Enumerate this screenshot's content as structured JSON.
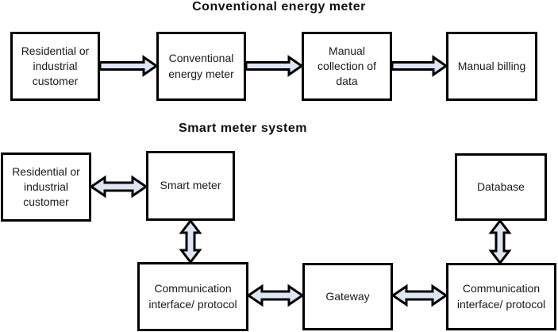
{
  "colors": {
    "arrow_fill": "#dde6f2",
    "box_fill": "#ffffff",
    "box_border": "#000000"
  },
  "conventional": {
    "title": "Conventional energy meter",
    "boxes": [
      {
        "id": "customer",
        "label": "Residential or industrial customer"
      },
      {
        "id": "meter",
        "label": "Conventional energy meter"
      },
      {
        "id": "collection",
        "label": "Manual collection of data"
      },
      {
        "id": "billing",
        "label": "Manual billing"
      }
    ],
    "edges": [
      {
        "from": "customer",
        "to": "meter",
        "type": "single-right"
      },
      {
        "from": "meter",
        "to": "collection",
        "type": "single-right"
      },
      {
        "from": "collection",
        "to": "billing",
        "type": "single-right"
      }
    ]
  },
  "smart": {
    "title": "Smart meter system",
    "boxes": [
      {
        "id": "customer",
        "label": "Residential or industrial customer"
      },
      {
        "id": "smart-meter",
        "label": "Smart meter"
      },
      {
        "id": "database",
        "label": "Database"
      },
      {
        "id": "comm-left",
        "label": "Communication interface/ protocol"
      },
      {
        "id": "gateway",
        "label": "Gateway"
      },
      {
        "id": "comm-right",
        "label": "Communication interface/ protocol"
      }
    ],
    "edges": [
      {
        "from": "customer",
        "to": "smart-meter",
        "type": "double-horizontal"
      },
      {
        "from": "smart-meter",
        "to": "comm-left",
        "type": "double-vertical"
      },
      {
        "from": "comm-left",
        "to": "gateway",
        "type": "double-horizontal"
      },
      {
        "from": "gateway",
        "to": "comm-right",
        "type": "double-horizontal"
      },
      {
        "from": "database",
        "to": "comm-right",
        "type": "double-vertical"
      }
    ]
  }
}
